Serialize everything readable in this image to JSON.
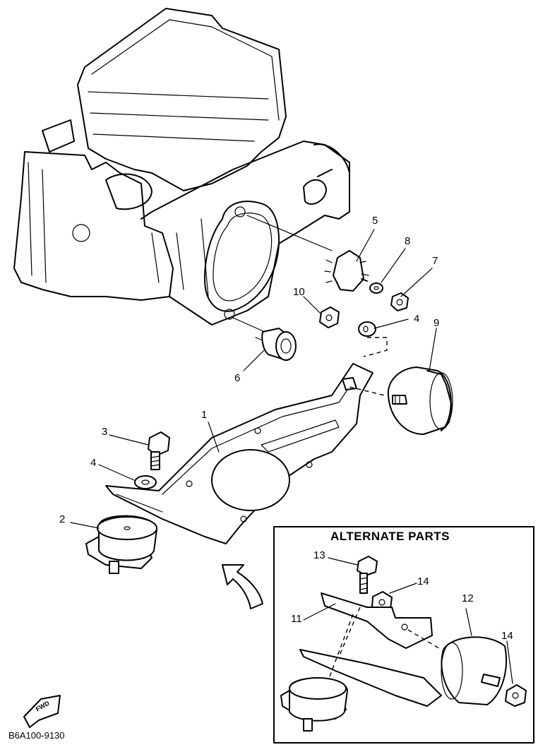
{
  "diagram": {
    "code": "B6A100-9130",
    "alt_box_title": "ALTERNATE PARTS",
    "fwd_label": "FWD",
    "callouts": {
      "c1": "1",
      "c2": "2",
      "c3": "3",
      "c4a": "4",
      "c4b": "4",
      "c5": "5",
      "c6": "6",
      "c7": "7",
      "c8": "8",
      "c9": "9",
      "c10": "10",
      "c11": "11",
      "c12": "12",
      "c13": "13",
      "c14a": "14",
      "c14b": "14"
    }
  }
}
